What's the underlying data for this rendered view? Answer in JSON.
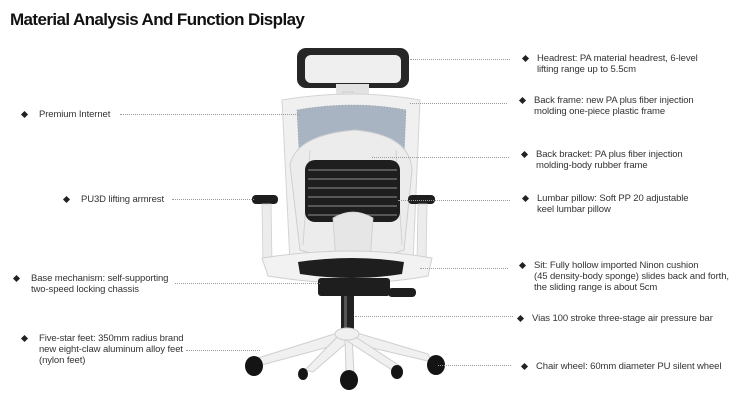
{
  "title": "Material Analysis And Function Display",
  "labels_left": {
    "premium_internet": "Premium Internet",
    "armrest": "PU3D lifting armrest",
    "base_mechanism": "Base mechanism: self-supporting\ntwo-speed locking chassis",
    "five_star_feet": "Five-star feet: 350mm radius brand\nnew eight-claw aluminum alloy feet\n(nylon feet)"
  },
  "labels_right": {
    "headrest": "Headrest: PA material headrest, 6-level\nlifting range up to 5.5cm",
    "back_frame": "Back frame: new PA plus fiber injection\nmolding one-piece plastic frame",
    "back_bracket": "Back bracket: PA plus fiber injection\nmolding-body rubber frame",
    "lumbar_pillow": "Lumbar pillow: Soft PP 20 adjustable\nkeel lumbar pillow",
    "seat": "Sit: Fully hollow imported Ninon cushion\n(45 density-body sponge) slides back and forth,\nthe sliding range is about 5cm",
    "air_bar": "Vias 100 stroke three-stage air pressure bar",
    "chair_wheel": "Chair wheel: 60mm diameter PU silent wheel"
  },
  "colors": {
    "frame": "#efefef",
    "mesh": "#a9b4c3",
    "dark": "#1e1e1e",
    "leader": "#9a9a9a"
  }
}
